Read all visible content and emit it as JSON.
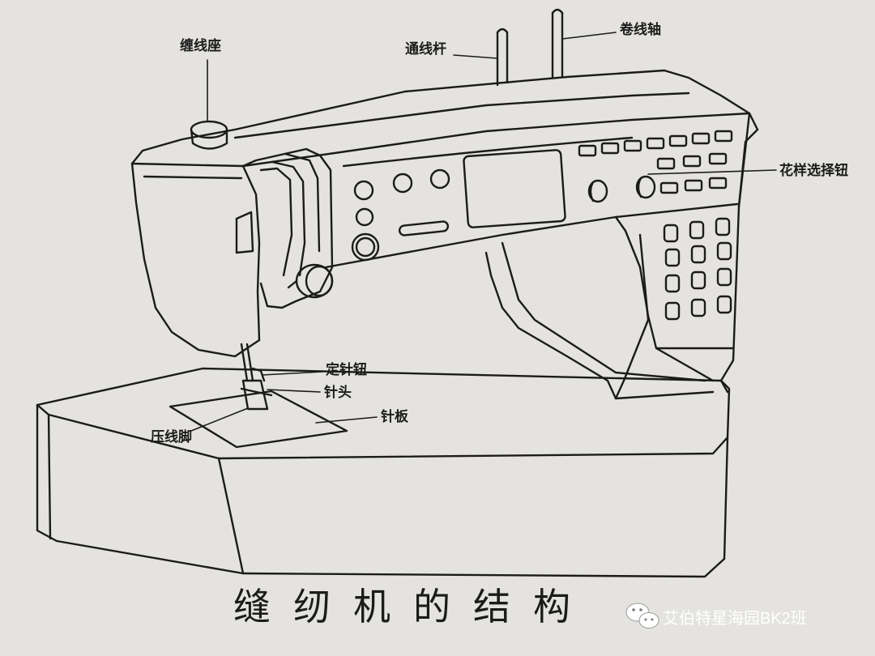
{
  "title": "缝纫机的结构",
  "labels": {
    "spool_seat": "缠线座",
    "thread_guide": "通线杆",
    "bobbin_winder": "卷线轴",
    "pattern_buttons": "花样选择钮",
    "needle_stop_button": "定针钮",
    "needle_head": "针头",
    "needle_plate": "针板",
    "presser_foot": "压线脚"
  },
  "watermark": {
    "text": "艾伯特星海园BK2班",
    "icon": "wechat-icon"
  },
  "colors": {
    "paper": "#e4e3df",
    "ink": "#1b1b1b",
    "watermark_text": "#ffffff"
  }
}
